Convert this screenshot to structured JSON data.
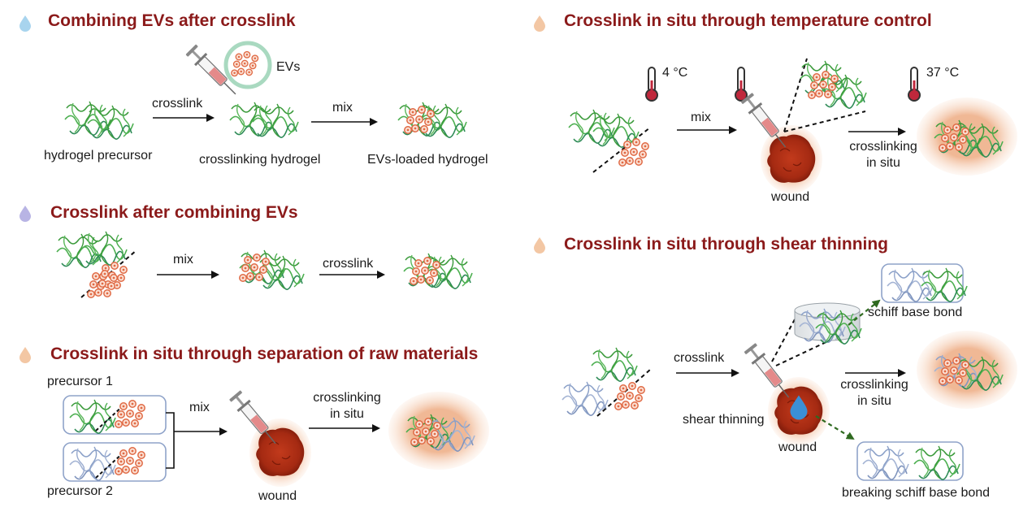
{
  "sections": {
    "s1": {
      "title": "Combining EVs after crosslink",
      "evs": "EVs",
      "arrow1": "crosslink",
      "arrow2": "mix",
      "cap1": "hydrogel precursor",
      "cap2": "crosslinking hydrogel",
      "cap3": "EVs-loaded hydrogel"
    },
    "s2": {
      "title": "Crosslink after combining EVs",
      "arrow1": "mix",
      "arrow2": "crosslink"
    },
    "s3": {
      "title": "Crosslink in situ through separation of raw materials",
      "p1": "precursor 1",
      "p2": "precursor 2",
      "arrow1": "mix",
      "arrow2_l1": "crosslinking",
      "arrow2_l2": "in situ",
      "wound": "wound"
    },
    "s4": {
      "title": "Crosslink in situ through temperature control",
      "t1": "4 °C",
      "t2": "37 °C",
      "arrow1": "mix",
      "arrow2_l1": "crosslinking",
      "arrow2_l2": "in situ",
      "wound": "wound"
    },
    "s5": {
      "title": "Crosslink in situ through shear thinning",
      "arrow1": "crosslink",
      "arrow2_l1": "crosslinking",
      "arrow2_l2": "in situ",
      "shear": "shear thinning",
      "wound": "wound",
      "bond": "schiff  base bond",
      "breaking": "breaking schiff  base bond"
    }
  },
  "colors": {
    "title": "#8b1a1a",
    "network_green": "#3a9a3a",
    "network_blue": "#8aa0c8",
    "ev_orange": "#e06a45",
    "wound_red": "#b83018",
    "wound_halo": "#f3c7a4",
    "dashed_green": "#2f6a20",
    "drop_blue": "#a8d4ee",
    "drop_lavender": "#b8b4e4",
    "drop_peach": "#f3c7a4"
  }
}
